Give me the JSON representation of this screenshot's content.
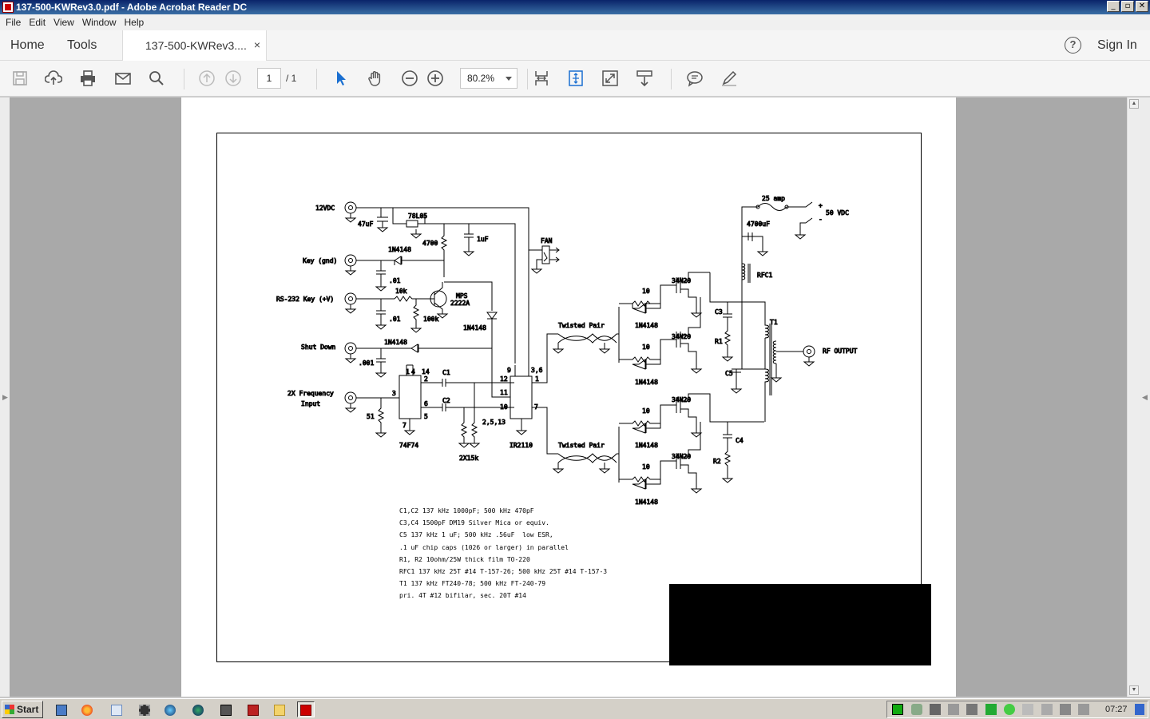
{
  "window": {
    "title": "137-500-KWRev3.0.pdf - Adobe Acrobat Reader DC",
    "minimize": "_",
    "maximize": "▫",
    "close": "✕"
  },
  "menu": {
    "items": [
      "File",
      "Edit",
      "View",
      "Window",
      "Help"
    ]
  },
  "tabs": {
    "home": "Home",
    "tools": "Tools",
    "document": "137-500-KWRev3....",
    "close": "×"
  },
  "header": {
    "help": "?",
    "sign_in": "Sign In"
  },
  "toolbar": {
    "page_current": "1",
    "page_total": "/ 1",
    "zoom": "80.2%",
    "icons": [
      "save-icon",
      "upload-icon",
      "print-icon",
      "email-icon",
      "search-icon",
      "prev-page-icon",
      "next-page-icon",
      "select-cursor-icon",
      "hand-icon",
      "zoom-out-icon",
      "zoom-in-icon",
      "fit-page-icon",
      "scroll-mode-icon",
      "fullscreen-icon",
      "read-mode-icon",
      "comment-icon",
      "pen-icon"
    ]
  },
  "schematic": {
    "labels": {
      "v12": "12VDC",
      "c47": "47uF",
      "reg": "78L05",
      "r4700": "4700",
      "c1u": "1uF",
      "fan": "FAN",
      "key_gnd": "Key (gnd)",
      "d1": "1N4148",
      "c01a": ".01",
      "r10k": "10k",
      "rs232": "RS-232 Key (+V)",
      "npn": "MPS",
      "npn2": "2222A",
      "c01b": ".01",
      "r100k": "100k",
      "d2": "1N4148",
      "shut": "Shut Down",
      "d3": "1N4148",
      "c001": ".001",
      "freq1": "2X Frequency",
      "freq2": "Input",
      "r51": "51",
      "ff": "74F74",
      "c1": "C1",
      "c2": "C2",
      "r2x15k": "2X15k",
      "drv": "IR2110",
      "p14": "14",
      "p1": "1",
      "p4": "4",
      "p2": "2",
      "p3": "3",
      "p6": "6",
      "p5": "5",
      "p7": "7",
      "q9": "9",
      "q12": "12",
      "q11": "11",
      "q10": "10",
      "q36": "3,6",
      "q1": "1",
      "q7": "7",
      "q2513": "2,5,13",
      "tp1": "Twisted Pair",
      "tp2": "Twisted Pair",
      "r10a": "10",
      "r10b": "10",
      "r10c": "10",
      "r10d": "10",
      "da": "1N4148",
      "db": "1N4148",
      "dc": "1N4148",
      "dd": "1N4148",
      "m1": "34N20",
      "m2": "34N20",
      "m3": "34N20",
      "m4": "34N20",
      "fuse": "25 amp",
      "plus": "+",
      "minus": "-",
      "v50": "50 VDC",
      "c4700": "4700uF",
      "rfc1": "RFC1",
      "c3": "C3",
      "r1": "R1",
      "c5": "C5",
      "t1": "T1",
      "rf": "RF OUTPUT",
      "c4": "C4",
      "r2": "R2"
    },
    "notes": [
      "C1,C2 137 kHz 1000pF; 500 kHz 470pF",
      "C3,C4 1500pF DM19 Silver Mica or equiv.",
      "C5 137 kHz 1 uF; 500 kHz .56uF  low ESR,",
      ".1 uF chip caps (1026 or larger) in parallel",
      "R1, R2 10ohm/25W thick film TO-220",
      "RFC1 137 kHz 25T #14 T-157-26; 500 kHz 25T #14 T-157-3",
      "T1 137 kHz FT240-78; 500 kHz FT-240-79",
      "pri. 4T #12 bifilar, sec. 20T #14"
    ]
  },
  "taskbar": {
    "start": "Start",
    "clock": "07:27"
  }
}
